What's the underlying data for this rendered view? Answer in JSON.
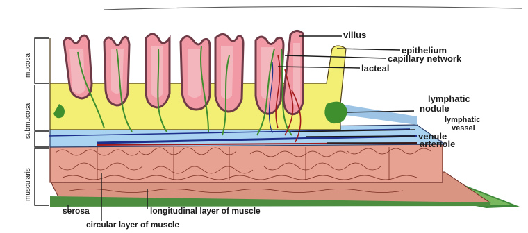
{
  "labels": {
    "villus": "villus",
    "epithelium": "epithelium",
    "capillary_network": "capillary network",
    "lacteal": "lacteal",
    "lymphatic_nodule_line1": "lymphatic",
    "lymphatic_nodule_line2": "nodule",
    "lymphatic_vessel_line1": "lymphatic",
    "lymphatic_vessel_line2": "vessel",
    "venule": "venule",
    "arteriole": "arteriole",
    "serosa": "serosa",
    "longitudinal_layer": "longitudinal layer of muscle",
    "circular_layer": "circular layer of muscle"
  },
  "side_labels": {
    "mucosa": "mucosa",
    "submucosa": "submucosa",
    "muscularis": "muscularis"
  },
  "colors": {
    "mucosa_yellow": "#f2ef74",
    "villus_pink": "#f19aa6",
    "epithelium_dark": "#6d3a46",
    "submucosa_blue": "#a9d3f1",
    "muscle_pink": "#e79e8e",
    "serosa_green": "#3e8a3a",
    "lacteal_green": "#3f8f2f",
    "vessel_red": "#a21b1b",
    "vein_blue": "#1d2f8a"
  }
}
